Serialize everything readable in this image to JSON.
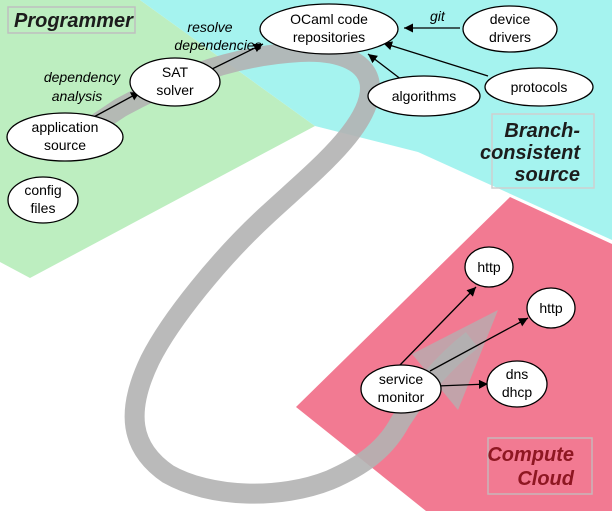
{
  "colors": {
    "programmer_region": "#bdeec0",
    "source_region": "#a5f3ef",
    "cloud_region": "#f27a92",
    "title_dark": "#1c1c1c",
    "title_red": "#8e1722",
    "flow_band": "#b2b2b2"
  },
  "regions": {
    "programmer": {
      "title": "Programmer"
    },
    "source": {
      "title_line1": "Branch-",
      "title_line2": "consistent",
      "title_line3": "source"
    },
    "cloud": {
      "title_line1": "Compute",
      "title_line2": "Cloud"
    }
  },
  "nodes": {
    "ocaml": {
      "line1": "OCaml code",
      "line2": "repositories"
    },
    "device": {
      "line1": "device",
      "line2": "drivers"
    },
    "sat": {
      "line1": "SAT",
      "line2": "solver"
    },
    "protocols": {
      "line1": "protocols"
    },
    "algorithms": {
      "line1": "algorithms"
    },
    "appsrc": {
      "line1": "application",
      "line2": "source"
    },
    "config": {
      "line1": "config",
      "line2": "files"
    },
    "http1": {
      "line1": "http"
    },
    "http2": {
      "line1": "http"
    },
    "service": {
      "line1": "service",
      "line2": "monitor"
    },
    "dns": {
      "line1": "dns",
      "line2": "dhcp"
    }
  },
  "edge_labels": {
    "git": "git",
    "resolve_line1": "resolve",
    "resolve_line2": "dependencies",
    "dependency_line1": "dependency",
    "dependency_line2": "analysis"
  }
}
